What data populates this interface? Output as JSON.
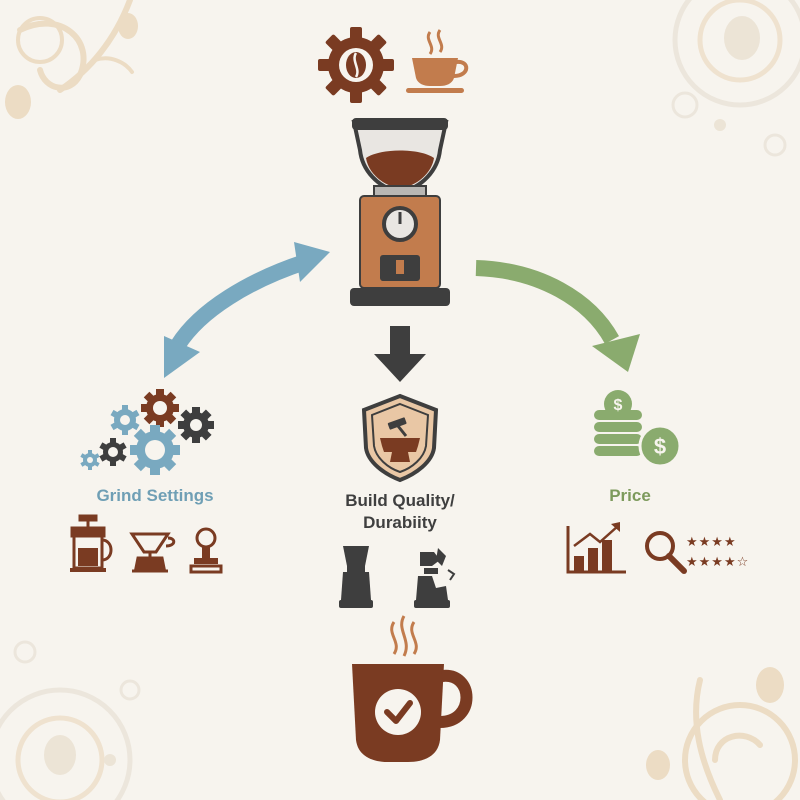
{
  "colors": {
    "background": "#f7f4ee",
    "brown": "#7a3b22",
    "grinder_body": "#c27c4d",
    "dark_gray": "#3e3e3e",
    "blue_arrow": "#79a9c0",
    "green_arrow": "#8aab6e",
    "decor": "#ecdcc4"
  },
  "center": {
    "top_icons": [
      "gear-bean-icon",
      "coffee-cup-icon"
    ],
    "grinder_icon": "coffee-grinder-icon",
    "down_arrow_icon": "down-arrow-icon",
    "build_icon": "shield-anvil-icon",
    "result_icon": "coffee-mug-check-icon"
  },
  "left_branch": {
    "label": "Grind Settings",
    "arrow": "bidirectional",
    "icon": "gears-cluster-icon",
    "sub_icons": [
      "french-press-icon",
      "pour-over-icon",
      "espresso-tamper-icon"
    ]
  },
  "middle_branch": {
    "label_line1": "Build Quality/",
    "label_line2": "Durabiity",
    "sub_icons": [
      "intact-grinder-icon",
      "broken-grinder-icon"
    ]
  },
  "right_branch": {
    "label": "Price",
    "arrow": "one-way",
    "icon": "money-stack-icon",
    "sub_icons": [
      "bar-chart-icon",
      "search-ratings-icon"
    ],
    "ratings": {
      "row1_stars": 4,
      "row2_filled": 4,
      "row2_total": 5
    }
  }
}
